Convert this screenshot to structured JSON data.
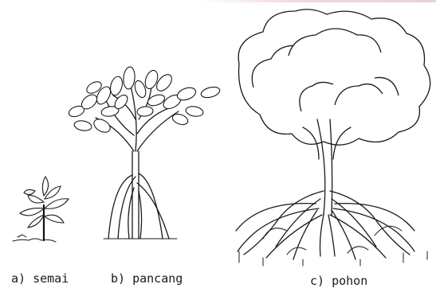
{
  "captions": {
    "seedling": "a) semai",
    "sapling": "b) pancang",
    "tree": "c) pohon"
  }
}
